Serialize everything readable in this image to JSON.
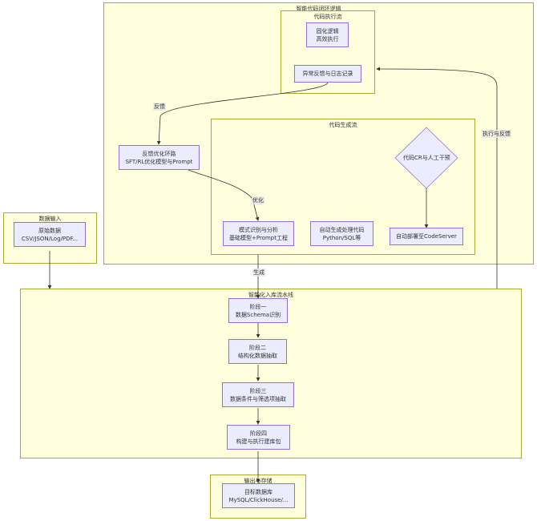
{
  "clusters": {
    "closed_loop": "智能代码闭环逻辑",
    "exec_flow": "代码执行流",
    "gen_flow": "代码生成流",
    "data_input": "数据输入",
    "pipeline": "智能化入库流水线",
    "output": "输出与存储"
  },
  "nodes": {
    "fixed_logic": [
      "固化逻辑",
      "高效执行"
    ],
    "exception_log": [
      "异常反馈与日志记录"
    ],
    "feedback_loop": [
      "反馈优化环路",
      "SFT/RL优化模型与Prompt"
    ],
    "code_cr": [
      "代码CR与人工干预"
    ],
    "pattern_recognition": [
      "模式识别与分析",
      "基础模型+Prompt工程"
    ],
    "auto_gen": [
      "自动生成处理代码",
      "Python/SQL等"
    ],
    "auto_deploy": [
      "自动部署至CodeServer"
    ],
    "raw_data": [
      "原始数据",
      "CSV/JSON/Log/PDF..."
    ],
    "stage1": [
      "阶段一",
      "数据Schema识别"
    ],
    "stage2": [
      "阶段二",
      "结构化数据抽取"
    ],
    "stage3": [
      "阶段三",
      "数据条件与筛选项抽取"
    ],
    "stage4": [
      "阶段四",
      "构建与执行建库包"
    ],
    "target_db": [
      "目标数据库",
      "MySQL/ClickHouse/..."
    ]
  },
  "edge_labels": {
    "feedback": "反馈",
    "optimize": "优化",
    "exec_feedback": "执行与反馈",
    "generate": "生成"
  }
}
